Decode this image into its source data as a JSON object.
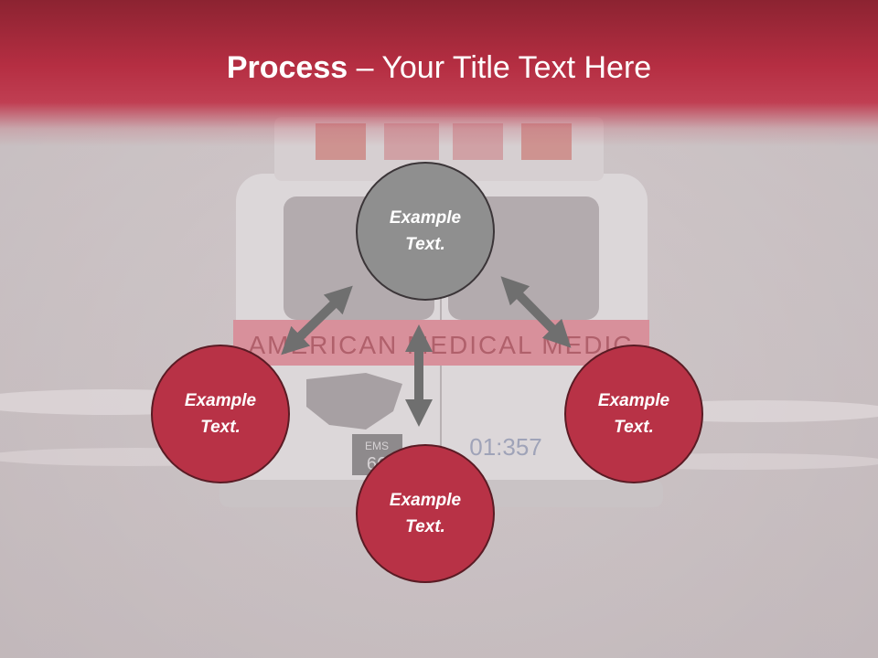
{
  "header": {
    "title_bold": "Process",
    "title_rest": " – Your Title Text Here"
  },
  "diagram": {
    "center": "Example\nText.",
    "left": "Example\nText.",
    "right": "Example\nText.",
    "bottom": "Example\nText."
  },
  "background": {
    "banner_text": "AMERICAN MEDICAL MEDIC",
    "plate_label": "EMS",
    "plate_number": "66",
    "unit_number": "01:357"
  },
  "colors": {
    "header": "#b52e42",
    "node_red": "#b83246",
    "node_gray": "#8f8f8f",
    "arrow": "#6f6f6f"
  }
}
